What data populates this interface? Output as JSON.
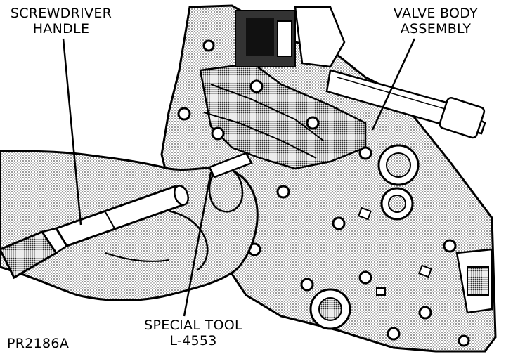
{
  "labels": {
    "screwdriver_line1": "SCREWDRIVER",
    "screwdriver_line2": "HANDLE",
    "valve_body_line1": "VALVE BODY",
    "valve_body_line2": "ASSEMBLY",
    "special_tool_line1": "SPECIAL TOOL",
    "special_tool_line2": "L-4553",
    "figure_code": "PR2186A"
  },
  "colors": {
    "ink": "#000000",
    "paper": "#ffffff",
    "stipple": "#b8b8b8"
  }
}
